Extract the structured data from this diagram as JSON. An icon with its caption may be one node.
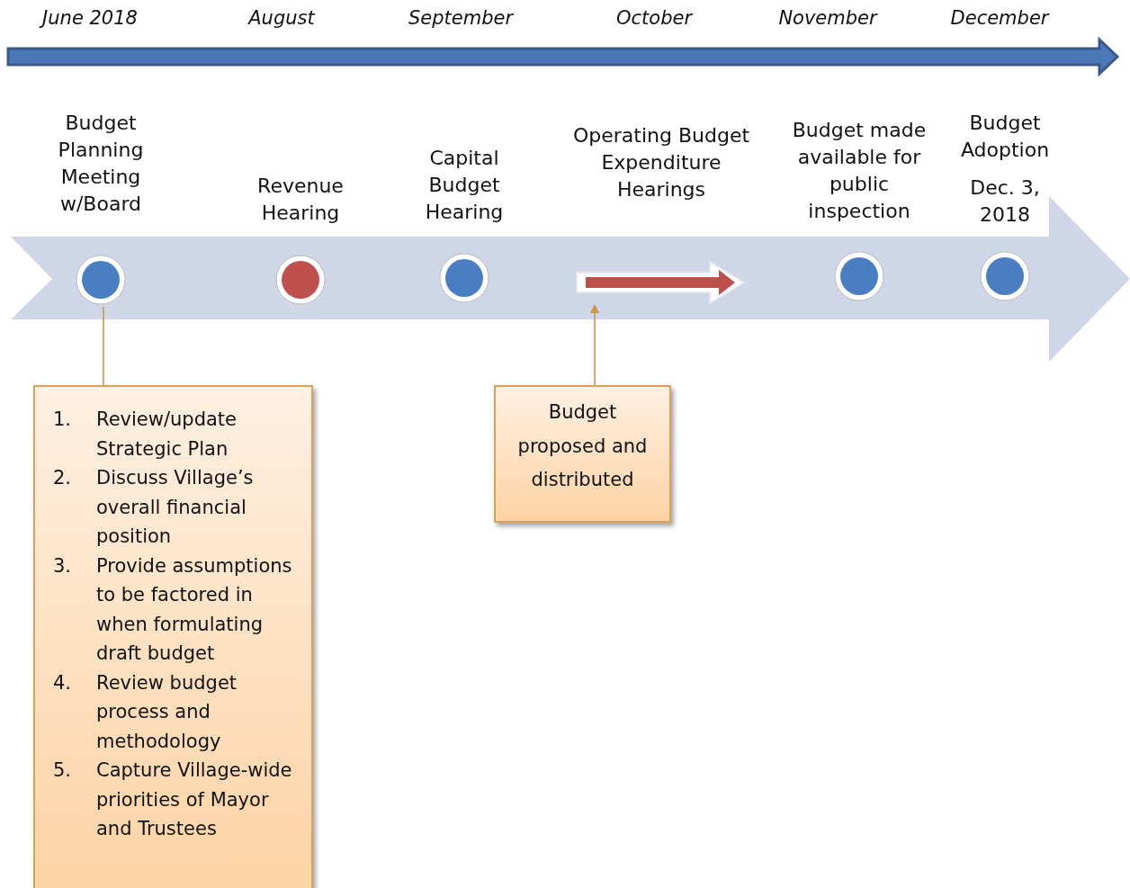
{
  "diagram": {
    "nodes": [
      {
        "text": [
          "Budget Planning Meeting w/Board"
        ]
      },
      {
        "text": [
          "Revenue Hearing"
        ]
      },
      {
        "text": [
          "Capital Budget Hearing"
        ]
      },
      {
        "text": [
          "Operating Budget Expenditure Hearings"
        ]
      },
      {
        "text": [
          "Budget made available for public inspection"
        ]
      },
      {
        "text": [
          "Budget Adoption",
          "Dec. 3, 2018"
        ]
      },
      {
        "text": [
          "1. Review/update Strategic Plan",
          "2. Discuss Village’s overall financial position",
          "3. Provide assumptions to be factored in when formulating draft budget",
          "4. Review budget process and methodology",
          "5. Capture Village-wide priorities of Mayor and Trustees"
        ]
      },
      {
        "text": [
          "Budget proposed and distributed"
        ]
      }
    ],
    "edges": [
      {
        "from": 0,
        "to": 6,
        "arrow": "none"
      },
      {
        "from": 7,
        "to": 3,
        "arrow": "to"
      }
    ],
    "labels": [
      "June 2018",
      "August",
      "September",
      "October",
      "November",
      "December"
    ]
  }
}
